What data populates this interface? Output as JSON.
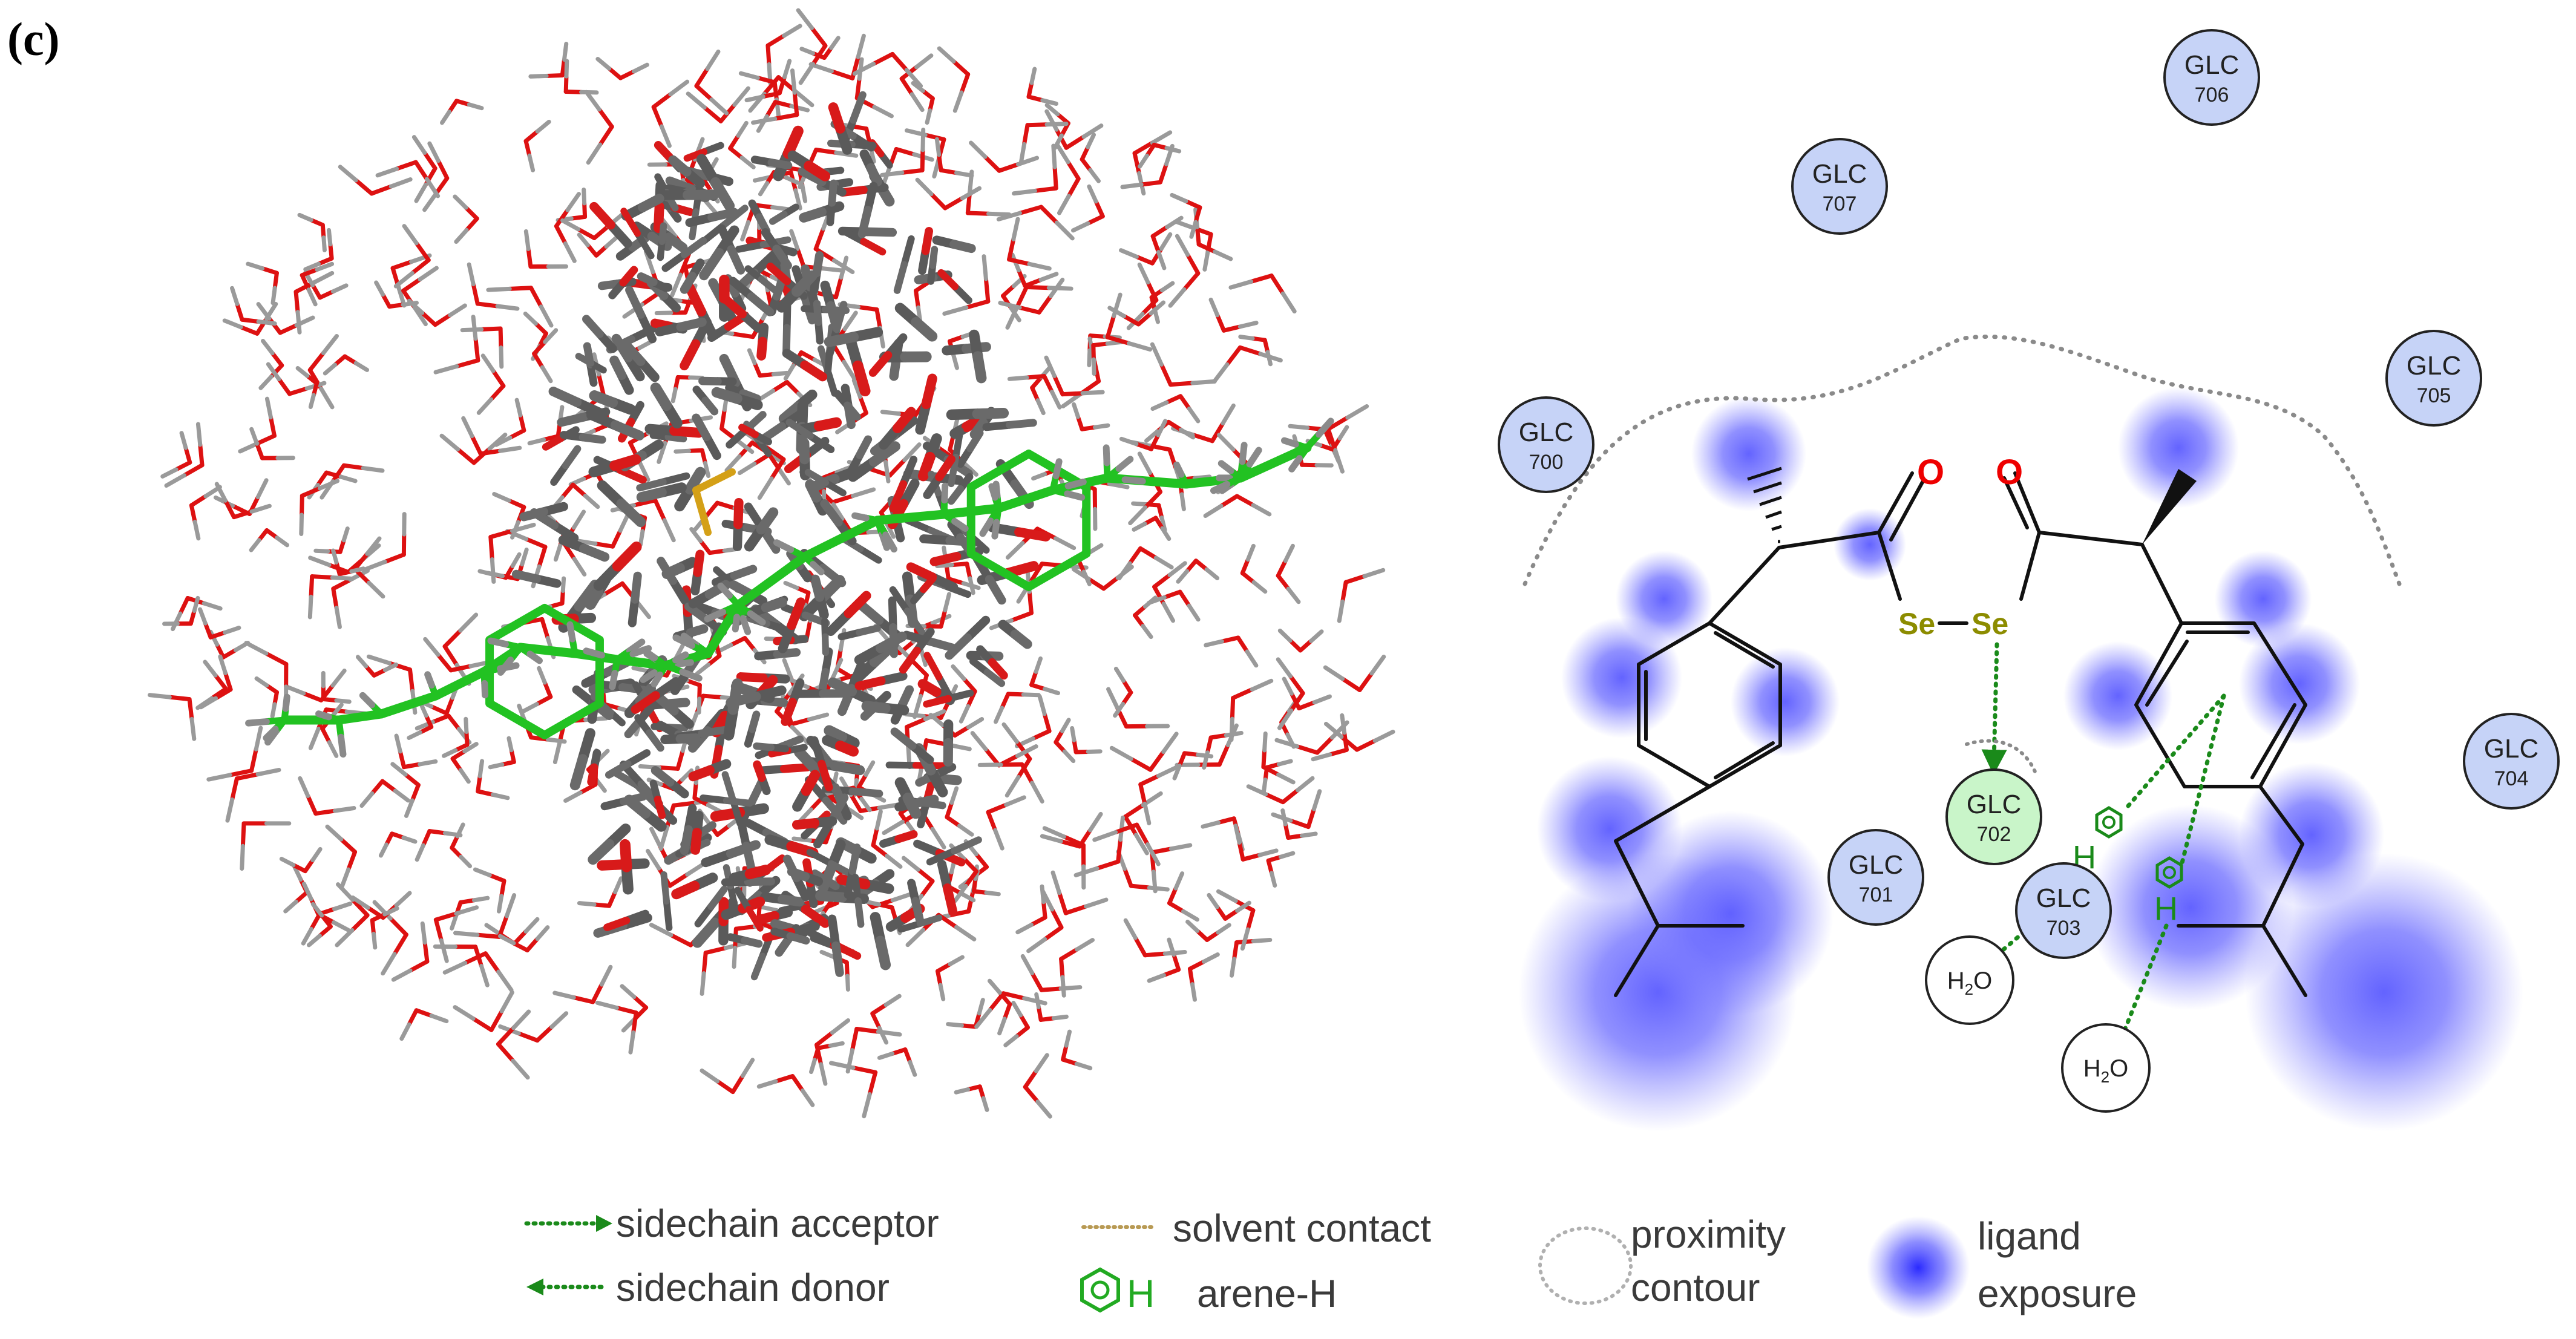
{
  "panel_label": "(c)",
  "colors": {
    "ligand_green": "#22c222",
    "host_gray": "#5a5a5a",
    "water_red": "#dd1111",
    "water_gray": "#9a9a9a",
    "sulfur_yellow": "#d4a017",
    "residue_blue_fill": "#c6d3f7",
    "residue_green_fill": "#c9f5c9",
    "hbond_green": "#1a8a1a",
    "exposure_blue": "#5b5bff",
    "oxygen_red": "#ee0000",
    "selenium_olive": "#8c8c00"
  },
  "residues": [
    {
      "id": "glc706",
      "name": "GLC",
      "num": "706",
      "type": "blue"
    },
    {
      "id": "glc707",
      "name": "GLC",
      "num": "707",
      "type": "blue"
    },
    {
      "id": "glc700",
      "name": "GLC",
      "num": "700",
      "type": "blue"
    },
    {
      "id": "glc705",
      "name": "GLC",
      "num": "705",
      "type": "blue"
    },
    {
      "id": "glc704",
      "name": "GLC",
      "num": "704",
      "type": "blue"
    },
    {
      "id": "glc701",
      "name": "GLC",
      "num": "701",
      "type": "blue"
    },
    {
      "id": "glc702",
      "name": "GLC",
      "num": "702",
      "type": "green"
    },
    {
      "id": "glc703",
      "name": "GLC",
      "num": "703",
      "type": "blue"
    }
  ],
  "waters": [
    {
      "id": "h2o-1",
      "label_main": "H",
      "label_sub": "2",
      "label_end": "O"
    },
    {
      "id": "h2o-2",
      "label_main": "H",
      "label_sub": "2",
      "label_end": "O"
    }
  ],
  "atoms": {
    "oxygen": "O",
    "selenium": "Se",
    "hydrogen": "H"
  },
  "legend": {
    "sidechain_acceptor": "sidechain acceptor",
    "sidechain_donor": "sidechain donor",
    "solvent_contact": "solvent contact",
    "arene_h_symbol": "H",
    "arene_h": "arene-H",
    "proximity_contour_1": "proximity",
    "proximity_contour_2": "contour",
    "ligand_exposure_1": "ligand",
    "ligand_exposure_2": "exposure"
  }
}
